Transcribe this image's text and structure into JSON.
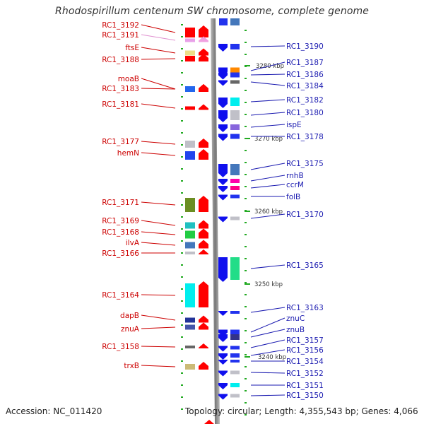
{
  "title": "Rhodospirillum centenum SW chromosome, complete genome",
  "accession": "Accession: NC_011420",
  "topology": "Topology: circular; Length: 4,355,543 bp; Genes: 4,066",
  "colors": {
    "left_label": "#cc0000",
    "right_label": "#1a1ab0",
    "faded_label": "#e080c0",
    "axis": "#888888"
  },
  "scale_marks": [
    {
      "label": "3280 kbp"
    },
    {
      "label": "3270 kbp"
    },
    {
      "label": "3260 kbp"
    },
    {
      "label": "3250 kbp"
    },
    {
      "label": "3240 kbp"
    }
  ],
  "left_genes": [
    {
      "label": "RC1_3192",
      "color": "#ff0000"
    },
    {
      "label": "RC1_3191",
      "color": "#e8a0e8",
      "faded": true
    },
    {
      "label": "ftsE",
      "color": "#eedd88"
    },
    {
      "label": "RC1_3188",
      "color": "#ff0000"
    },
    {
      "label": "moaB",
      "color": "#ff00aa"
    },
    {
      "label": "RC1_3183",
      "color": "#2266ee"
    },
    {
      "label": "RC1_3181",
      "color": "#ff0000"
    },
    {
      "label": "RC1_3177",
      "color": "#c0c0c8"
    },
    {
      "label": "hemN",
      "color": "#2244ee"
    },
    {
      "label": "RC1_3171",
      "color": "#6b8e23"
    },
    {
      "label": "RC1_3169",
      "color": "#20c0c0"
    },
    {
      "label": "RC1_3168",
      "color": "#22cc44"
    },
    {
      "label": "ilvA",
      "color": "#4477bb"
    },
    {
      "label": "RC1_3166",
      "color": "#c0c0c8"
    },
    {
      "label": "RC1_3164",
      "color": "#00eeee"
    },
    {
      "label": "dapB",
      "color": "#223399"
    },
    {
      "label": "znuA",
      "color": "#4455aa"
    },
    {
      "label": "RC1_3158",
      "color": "#666666"
    },
    {
      "label": "trxB",
      "color": "#ccbb77"
    }
  ],
  "right_genes": [
    {
      "label": "RC1_3190",
      "color": "#2233ee"
    },
    {
      "label": "RC1_3187",
      "color": "#ff8800"
    },
    {
      "label": "RC1_3186",
      "color": "#2233ee"
    },
    {
      "label": "RC1_3184",
      "color": "#666666"
    },
    {
      "label": "RC1_3182",
      "color": "#00eeee"
    },
    {
      "label": "RC1_3180",
      "color": "#c0c0c8"
    },
    {
      "label": "ispE",
      "color": "#8866dd"
    },
    {
      "label": "RC1_3178",
      "color": "#2233ee"
    },
    {
      "label": "RC1_3175",
      "color": "#4477bb"
    },
    {
      "label": "rnhB",
      "color": "#ff00aa"
    },
    {
      "label": "ccrM",
      "color": "#ff0088"
    },
    {
      "label": "folB",
      "color": "#2233ee"
    },
    {
      "label": "RC1_3170",
      "color": "#c0c0c8"
    },
    {
      "label": "RC1_3165",
      "color": "#22dd88"
    },
    {
      "label": "RC1_3163",
      "color": "#2233ee"
    },
    {
      "label": "znuC",
      "color": "#2233ee"
    },
    {
      "label": "znuB",
      "color": "#333388"
    },
    {
      "label": "RC1_3157",
      "color": "#2233ee"
    },
    {
      "label": "RC1_3156",
      "color": "#2233ee"
    },
    {
      "label": "RC1_3154",
      "color": "#2233ee"
    },
    {
      "label": "RC1_3152",
      "color": "#c0c0c8"
    },
    {
      "label": "RC1_3151",
      "color": "#00eeee"
    },
    {
      "label": "RC1_3150",
      "color": "#c0c0c8"
    }
  ]
}
